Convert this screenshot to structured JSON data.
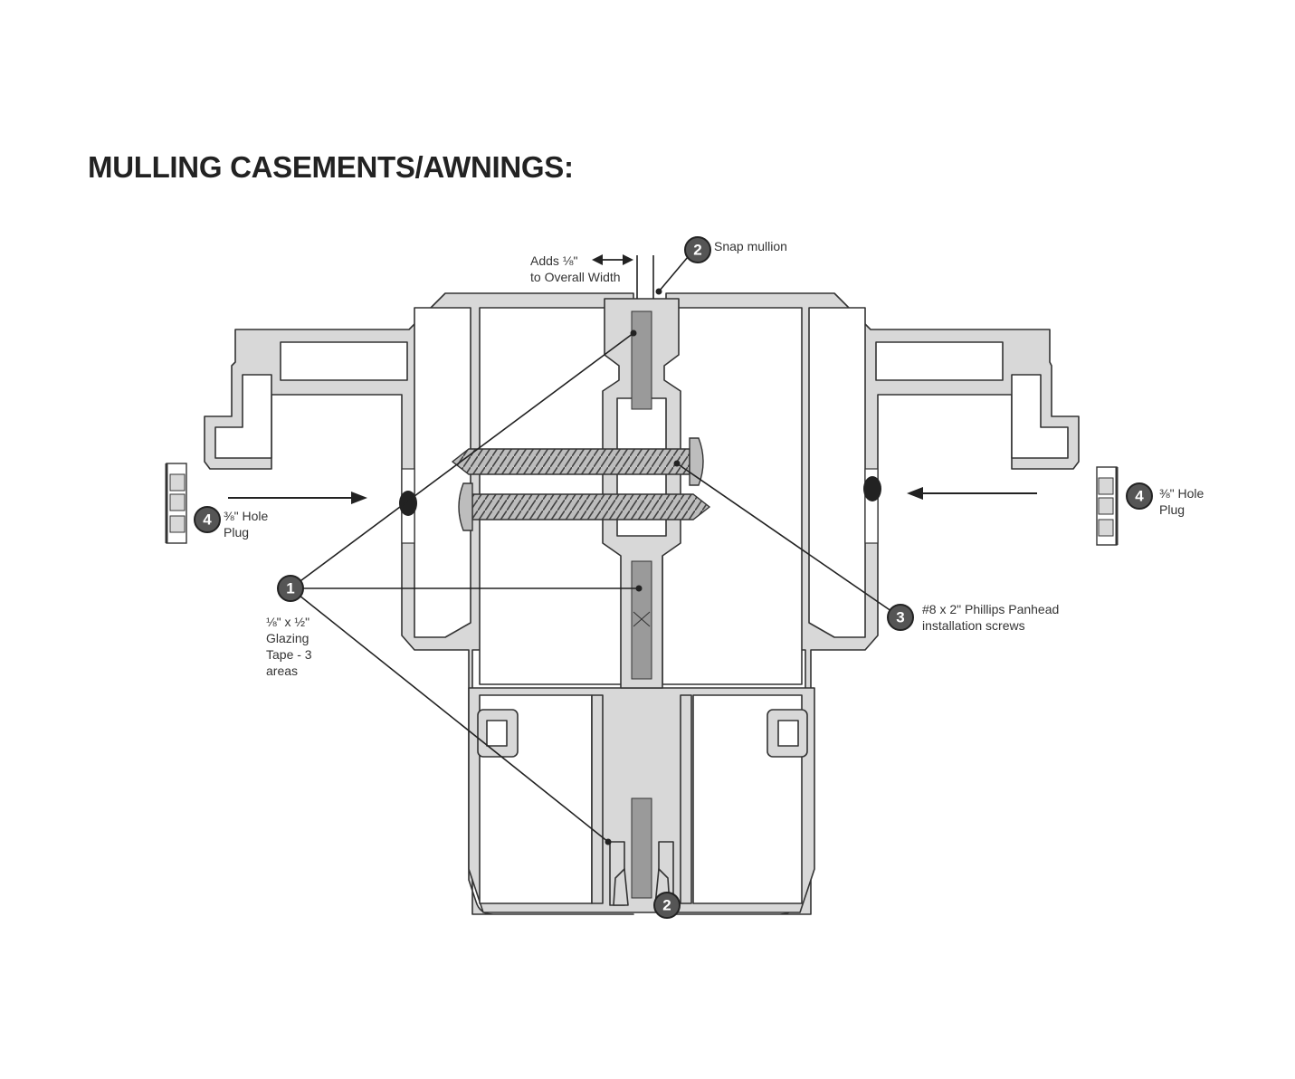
{
  "title": "MULLING CASEMENTS/AWNINGS:",
  "callouts": {
    "snap_mullion_top": {
      "number": "2",
      "label": "Snap mullion"
    },
    "snap_mullion_bottom": {
      "number": "2"
    },
    "adds_width": {
      "line1": "Adds ⅛\"",
      "line2": "to Overall Width"
    },
    "glazing_tape": {
      "number": "1",
      "line1": "⅛\" x ½\"",
      "line2": "Glazing",
      "line3": "Tape - 3",
      "line4": "areas"
    },
    "screws": {
      "number": "3",
      "line1": "#8 x 2\" Phillips Panhead",
      "line2": "installation screws"
    },
    "hole_plug_left": {
      "number": "4",
      "line1": "⅜\" Hole",
      "line2": "Plug"
    },
    "hole_plug_right": {
      "number": "4",
      "line1": "⅜\" Hole",
      "line2": "Plug"
    }
  },
  "colors": {
    "profile_fill": "#d8d8d8",
    "line": "#333333",
    "badge": "#555555",
    "tape": "#9a9a9a"
  }
}
